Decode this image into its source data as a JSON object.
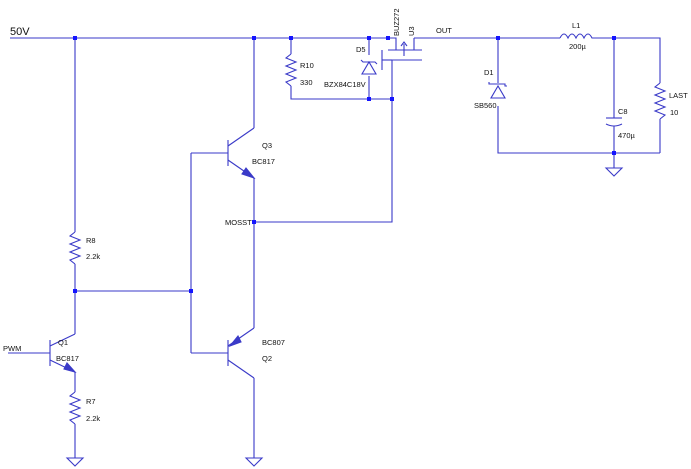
{
  "labels": {
    "supply": "50V",
    "pwm": "PWM",
    "out": "OUT",
    "mosst": "MOSST"
  },
  "components": {
    "r10": {
      "ref": "R10",
      "value": "330"
    },
    "d5": {
      "ref": "D5",
      "value": "BZX84C18V"
    },
    "u3": {
      "ref": "U3",
      "value": "BUZ272"
    },
    "q3": {
      "ref": "Q3",
      "value": "BC817"
    },
    "q2": {
      "ref": "Q2",
      "value": "BC807"
    },
    "q1": {
      "ref": "Q1",
      "value": "BC817"
    },
    "r8": {
      "ref": "R8",
      "value": "2.2k"
    },
    "r7": {
      "ref": "R7",
      "value": "2.2k"
    },
    "d1": {
      "ref": "D1",
      "value": "SB560"
    },
    "l1": {
      "ref": "L1",
      "value": "200µ"
    },
    "c8": {
      "ref": "C8",
      "value": "470µ"
    },
    "last": {
      "ref": "LAST",
      "value": "10"
    }
  },
  "colors": {
    "wire": "#3a3ac8",
    "node": "#1515ff",
    "text": "#111111"
  }
}
